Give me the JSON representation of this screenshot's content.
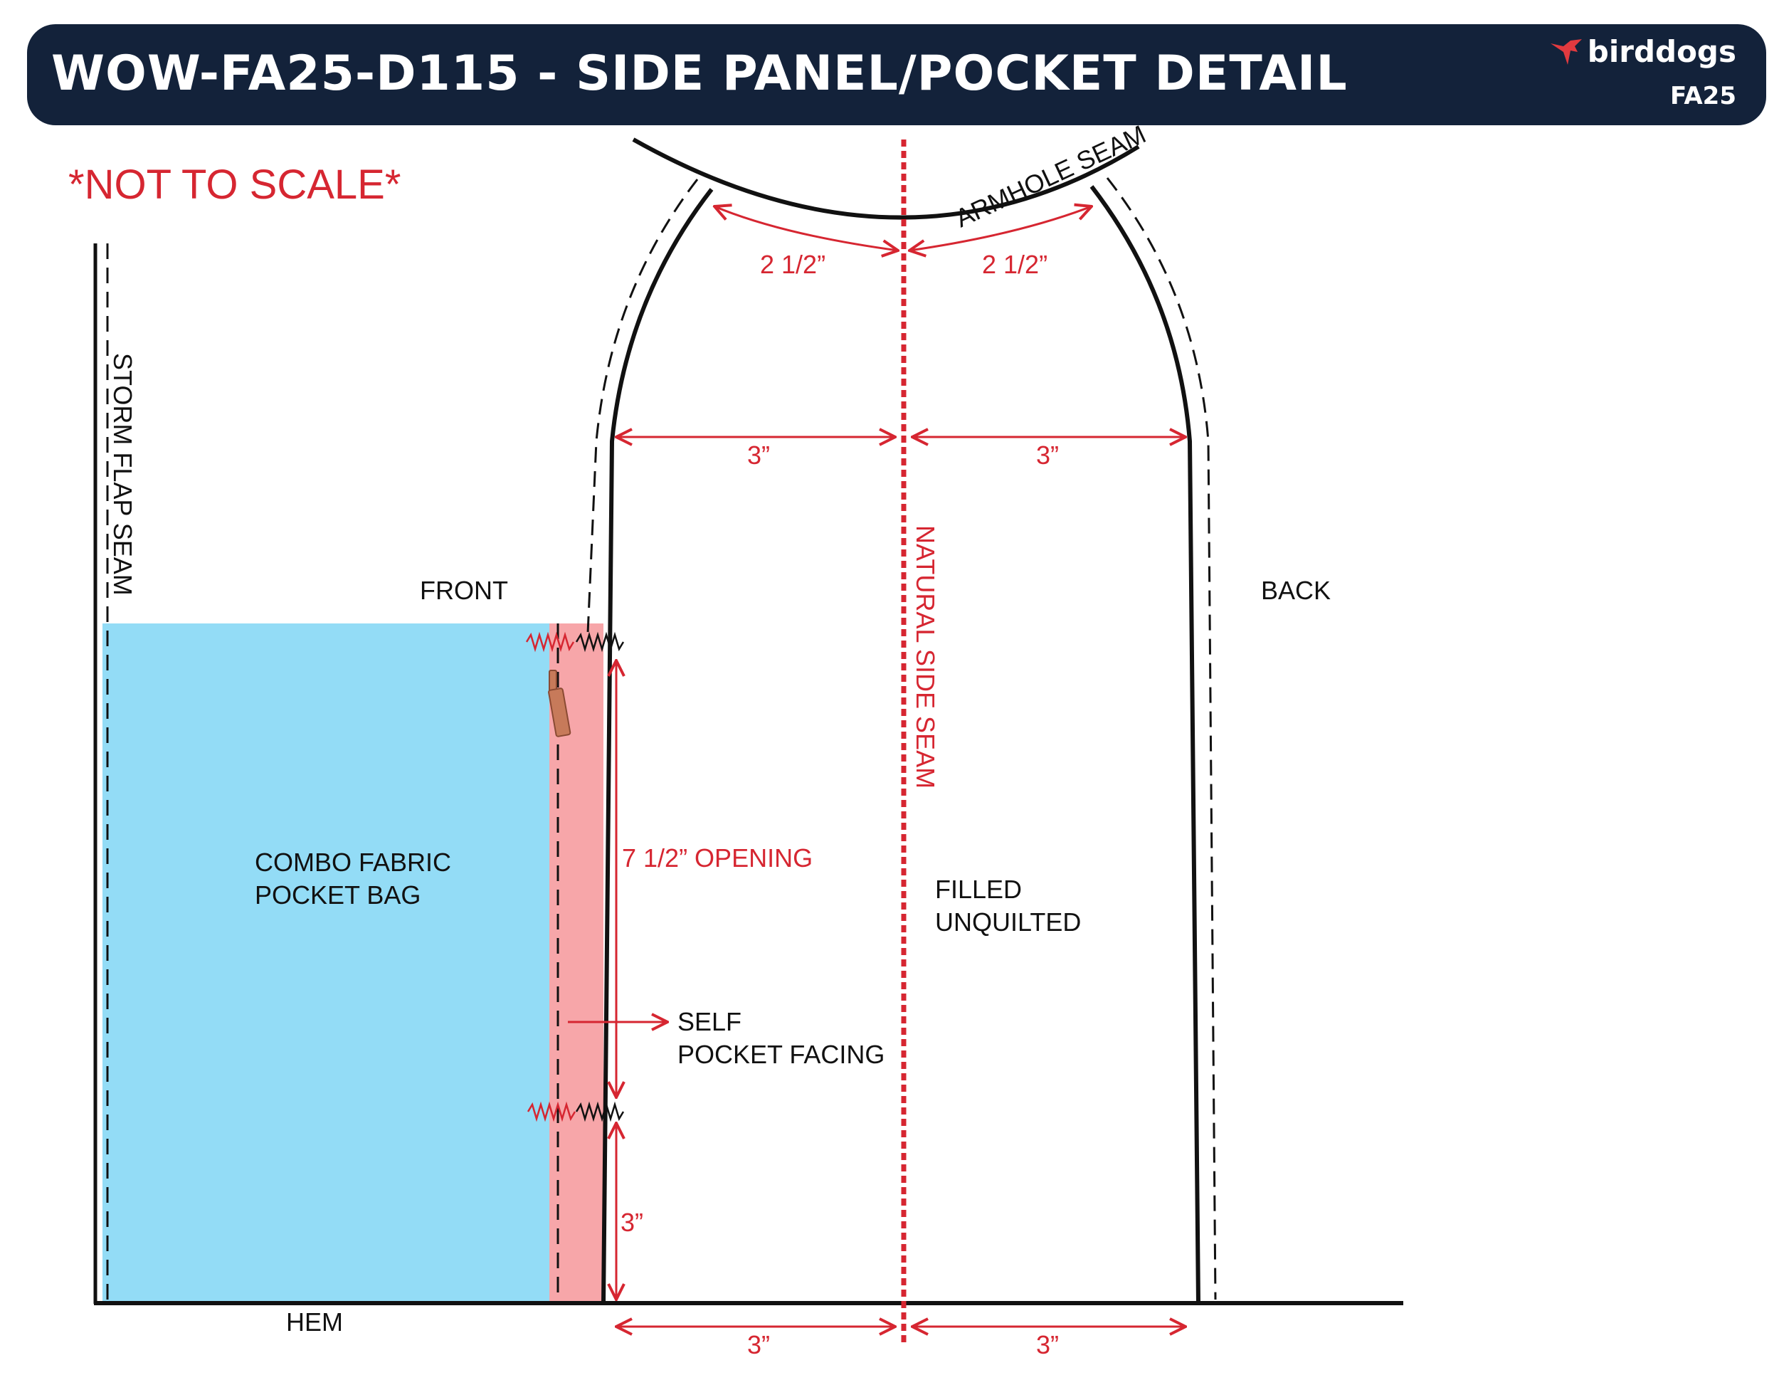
{
  "header": {
    "title": "WOW-FA25-D115 - SIDE PANEL/POCKET DETAIL",
    "brand": "birddogs",
    "season": "FA25",
    "logo_icon": "bird-logo-icon"
  },
  "note": "*NOT TO SCALE*",
  "labels": {
    "storm_flap_seam": "STORM FLAP SEAM",
    "front": "FRONT",
    "back": "BACK",
    "armhole_seam": "ARMHOLE SEAM",
    "natural_side_seam": "NATURAL SIDE SEAM",
    "pocket_bag_line1": "COMBO FABRIC",
    "pocket_bag_line2": "POCKET BAG",
    "filled_line1": "FILLED",
    "filled_line2": "UNQUILTED",
    "facing_line1": "SELF",
    "facing_line2": "POCKET FACING",
    "hem": "HEM"
  },
  "measurements": {
    "armhole_front": "2 1/2”",
    "armhole_back": "2 1/2”",
    "chest_front": "3”",
    "chest_back": "3”",
    "pocket_opening": "7 1/2” OPENING",
    "pocket_to_hem": "3”",
    "hem_front": "3”",
    "hem_back": "3”"
  },
  "colors": {
    "header_bg": "#13223a",
    "accent_red": "#d62631",
    "pocket_bag_fill": "#93dcf6",
    "pocket_facing_fill": "#f7a6a9",
    "line": "#111111"
  }
}
